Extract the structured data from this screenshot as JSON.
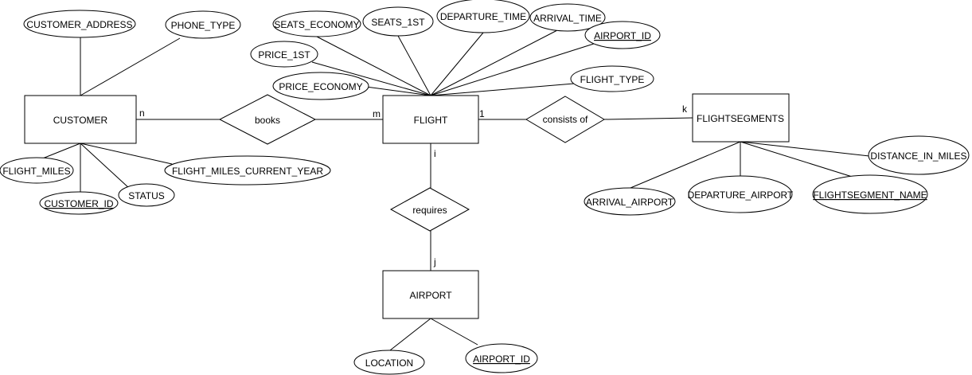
{
  "entities": {
    "customer": "CUSTOMER",
    "flight": "FLIGHT",
    "flightsegments": "FLIGHTSEGMENTS",
    "airport": "AIRPORT"
  },
  "relationships": {
    "books": "books",
    "consists_of": "consists of",
    "requires": "requires"
  },
  "attributes": {
    "customer_address": "CUSTOMER_ADDRESS",
    "phone_type": "PHONE_TYPE",
    "flight_miles": "FLIGHT_MILES",
    "flight_miles_current_year": "FLIGHT_MILES_CURRENT_YEAR",
    "customer_id": "CUSTOMER_ID",
    "status": "STATUS",
    "seats_economy": "SEATS_ECONOMY",
    "seats_1st": "SEATS_1ST",
    "departure_time": "DEPARTURE_TIME",
    "arrival_time": "ARRIVAL_TIME",
    "flight_airport_id": "AIRPORT_ID",
    "price_1st": "PRICE_1ST",
    "price_economy": "PRICE_ECONOMY",
    "flight_type": "FLIGHT_TYPE",
    "distance_in_miles": "DISTANCE_IN_MILES",
    "arrival_airport": "ARRIVAL_AIRPORT",
    "departure_airport": "DEPARTURE_AIRPORT",
    "flightsegment_name": "FLIGHTSEGMENT_NAME",
    "location": "LOCATION",
    "airport_airport_id": "AIRPORT_ID"
  },
  "cardinalities": {
    "customer_books": "n",
    "books_flight": "m",
    "flight_consists": "1",
    "consists_segments": "k",
    "flight_requires": "i",
    "requires_airport": "j"
  }
}
